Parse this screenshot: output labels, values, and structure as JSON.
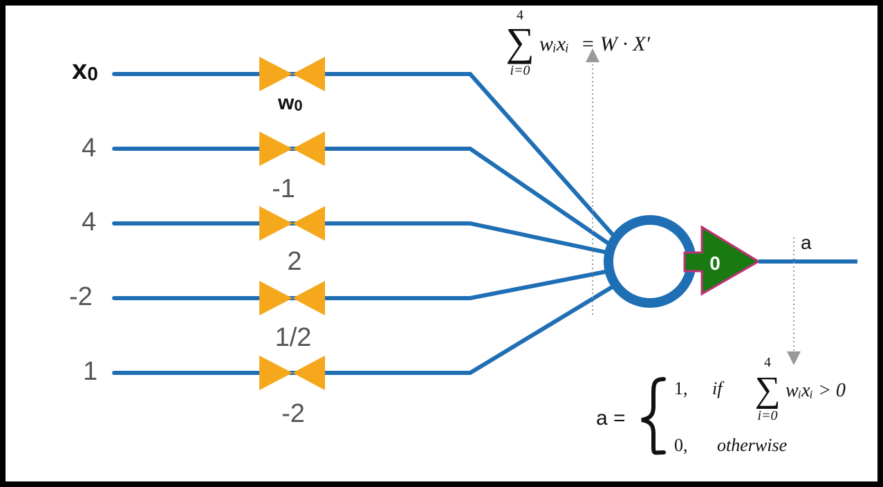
{
  "inputs": [
    {
      "label": "x",
      "sub": "0"
    },
    {
      "label": "4"
    },
    {
      "label": "4"
    },
    {
      "label": "-2"
    },
    {
      "label": "1"
    }
  ],
  "weights": [
    {
      "label": "w",
      "sub": "0"
    },
    {
      "label": "-1"
    },
    {
      "label": "2"
    },
    {
      "label": "1/2"
    },
    {
      "label": "-2"
    }
  ],
  "top_formula": {
    "sum_upper": "4",
    "sum_lower": "i=0",
    "sigma": "∑",
    "term": "wᵢxᵢ",
    "rhs": "= W · X′"
  },
  "threshold": {
    "label": "0"
  },
  "output": {
    "label": "a"
  },
  "activation_formula": {
    "lhs": "a =",
    "case1_value": "1,",
    "case1_if": "if",
    "sum_upper": "4",
    "sum_lower": "i=0",
    "sigma": "∑",
    "case1_condition": "wᵢxᵢ > 0",
    "case2_value": "0,",
    "case2_text": "otherwise"
  },
  "colors": {
    "line": "#1f6fb5",
    "weight": "#f5a81c",
    "threshold_fill": "#1a7a12",
    "threshold_border": "#c0307a",
    "dotted": "#999999"
  }
}
